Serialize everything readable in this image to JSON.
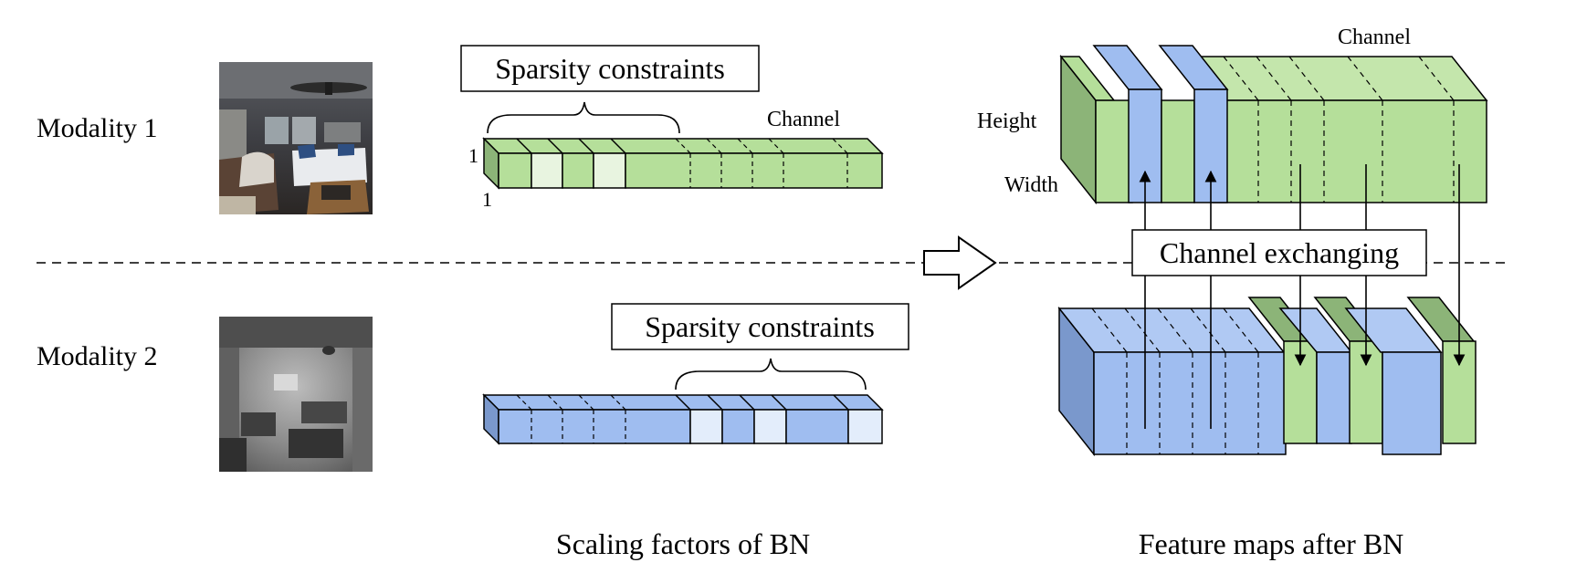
{
  "modalities": [
    {
      "label": "Modality 1",
      "image": "rgb-living-room-photo"
    },
    {
      "label": "Modality 2",
      "image": "depth-map-living-room"
    }
  ],
  "scaling": {
    "constraint_label": "Sparsity constraints",
    "channel_label": "Channel",
    "dim_labels": [
      "1",
      "1"
    ],
    "caption": "Scaling factors of BN"
  },
  "feature_maps": {
    "channel_label": "Channel",
    "height_label": "Height",
    "width_label": "Width",
    "exchange_label": "Channel exchanging",
    "caption": "Feature maps after BN"
  },
  "colors": {
    "green": "#b5df9a",
    "green_dark": "#8cb478",
    "green_light": "#e8f4e0",
    "blue": "#9fbdf0",
    "blue_dark": "#7a98cc",
    "blue_light": "#e3edfb"
  },
  "icons": [
    "arrow-right-icon"
  ]
}
